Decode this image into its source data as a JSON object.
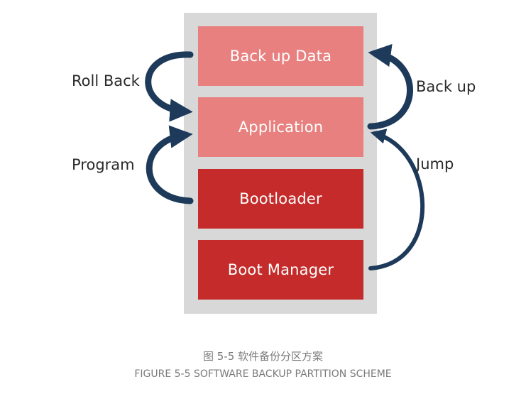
{
  "diagram": {
    "blocks": [
      {
        "label": "Back up Data",
        "color": "#e8807f"
      },
      {
        "label": "Application",
        "color": "#e8807f"
      },
      {
        "label": "Bootloader",
        "color": "#c42b2a"
      },
      {
        "label": "Boot Manager",
        "color": "#c42b2a"
      }
    ],
    "left_labels": {
      "roll_back": "Roll Back",
      "program": "Program"
    },
    "right_labels": {
      "back_up": "Back up",
      "jump": "Jump"
    },
    "arrow_color": "#1e3a5a",
    "stack_background": "#d8d8d8"
  },
  "caption": {
    "chinese": "图 5-5 软件备份分区方案",
    "english": "FIGURE 5-5 SOFTWARE BACKUP PARTITION SCHEME"
  }
}
